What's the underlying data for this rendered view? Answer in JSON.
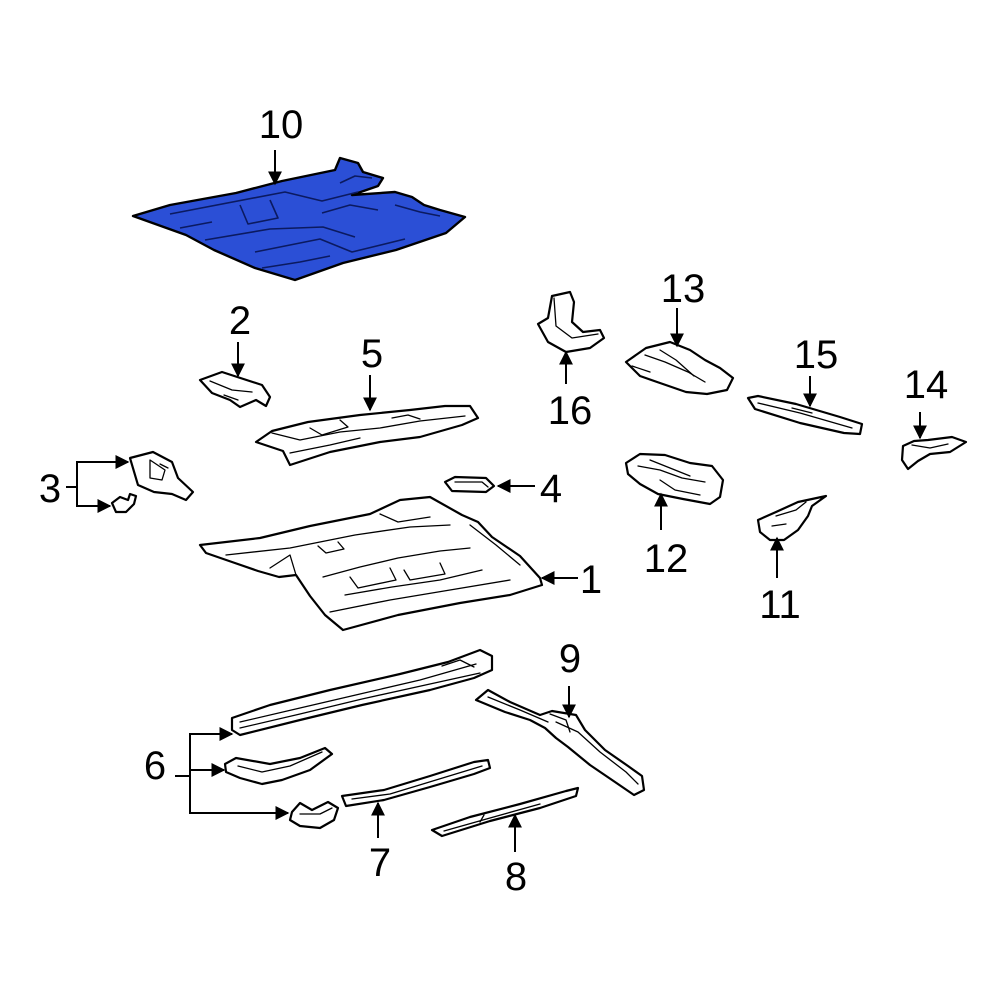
{
  "diagram": {
    "highlight_color": "#2b4fd6",
    "callouts": [
      "1",
      "2",
      "3",
      "4",
      "5",
      "6",
      "7",
      "8",
      "9",
      "10",
      "11",
      "12",
      "13",
      "14",
      "15",
      "16"
    ]
  }
}
